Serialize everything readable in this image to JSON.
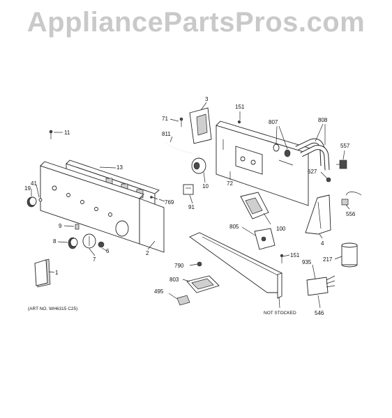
{
  "watermark": "AppliancePartsPros.com",
  "art_number": "(ART NO. WH6315 C25)",
  "not_stocked": "NOT STOCKED",
  "parts": {
    "p1": "1",
    "p2": "2",
    "p3": "3",
    "p4": "4",
    "p6": "6",
    "p7": "7",
    "p8": "8",
    "p9": "9",
    "p10": "10",
    "p11": "11",
    "p13": "13",
    "p19": "19",
    "p41": "41",
    "p71": "71",
    "p72": "72",
    "p91": "91",
    "p100": "100",
    "p151a": "151",
    "p151b": "151",
    "p217": "217",
    "p495": "495",
    "p546": "546",
    "p556": "556",
    "p557": "557",
    "p627": "627",
    "p769": "769",
    "p790": "790",
    "p803": "803",
    "p805": "805",
    "p807": "807",
    "p808": "808",
    "p811": "811",
    "p935": "935"
  }
}
